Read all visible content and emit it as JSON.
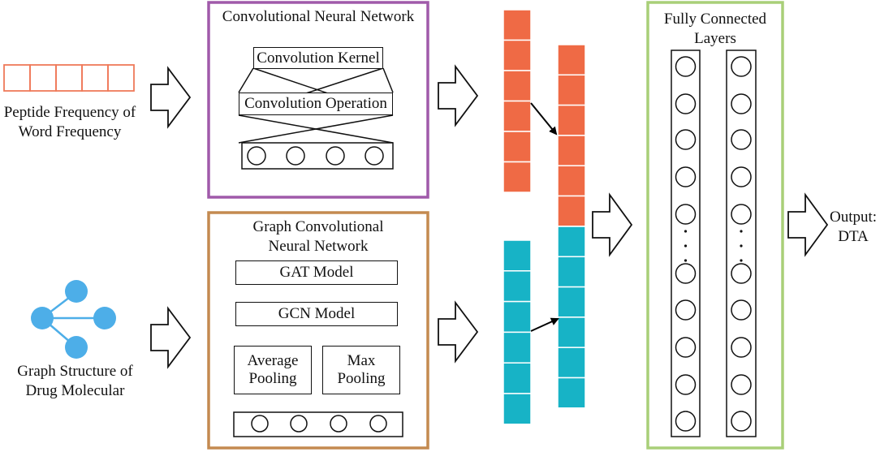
{
  "inputs": {
    "peptide_label_line1": "Peptide Frequency of",
    "peptide_label_line2": "Word Frequency",
    "graph_label_line1": "Graph Structure of",
    "graph_label_line2": "Drug Molecular"
  },
  "cnn": {
    "title": "Convolutional Neural Network",
    "kernel_label": "Convolution Kernel",
    "operation_label": "Convolution Operation"
  },
  "gcnn": {
    "title_line1": "Graph Convolutional",
    "title_line2": "Neural Network",
    "gat_label": "GAT Model",
    "gcn_label": "GCN Model",
    "avg_pool_line1": "Average",
    "avg_pool_line2": "Pooling",
    "max_pool_line1": "Max",
    "max_pool_line2": "Pooling"
  },
  "fc": {
    "title_line1": "Fully Connected",
    "title_line2": "Layers"
  },
  "output": {
    "line1": "Output:",
    "line2": "DTA"
  },
  "colors": {
    "orange": "#ef6a45",
    "teal": "#17b3c6",
    "cnn_border": "#a05aaa",
    "gcnn_border": "#c48a50",
    "fc_border": "#a9cf78",
    "node_blue": "#4daee8",
    "peptide_border": "#ef7a5a"
  },
  "icons": {
    "block_arrow": "right-block-arrow-icon",
    "graph_molecule": "molecule-graph-icon"
  }
}
